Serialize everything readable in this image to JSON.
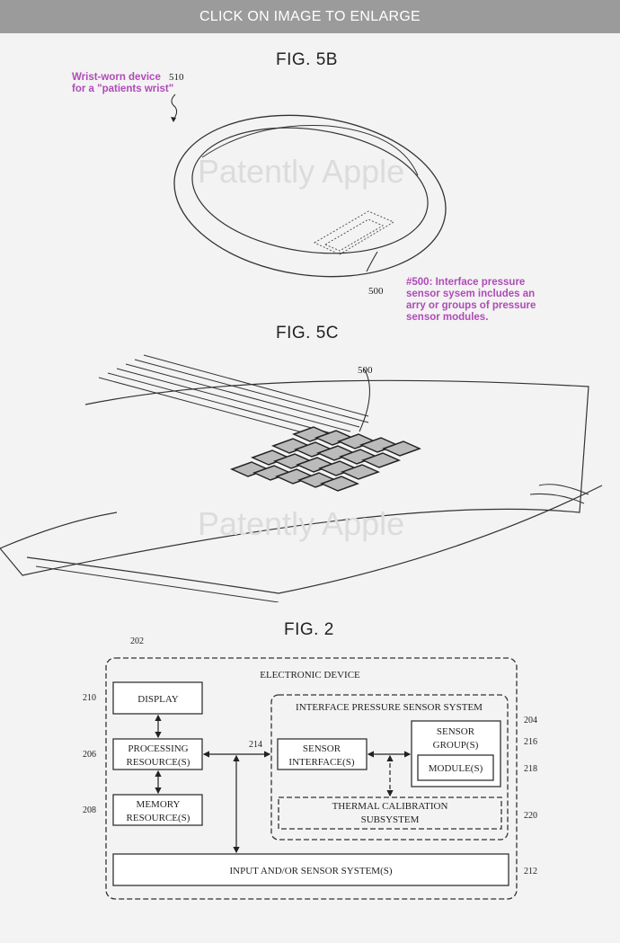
{
  "header": {
    "label": "CLICK ON IMAGE TO ENLARGE"
  },
  "watermark": "Patently Apple",
  "fig5b": {
    "title": "FIG. 5B",
    "note": [
      "Wrist-worn device",
      "for a \"patients wrist\""
    ],
    "ref_device": "510",
    "ref_sensor": "500",
    "annotation": [
      "#500: Interface pressure",
      "sensor sysem includes an",
      "arry or groups of pressure",
      "sensor modules."
    ]
  },
  "fig5c": {
    "title": "FIG. 5C",
    "ref_sensor": "500"
  },
  "fig2": {
    "title": "FIG. 2",
    "ref_device": "202",
    "device_label": "ELECTRONIC DEVICE",
    "display": {
      "label": "DISPLAY",
      "ref": "210"
    },
    "processing": {
      "line1": "PROCESSING",
      "line2": "RESOURCE(S)",
      "ref": "206"
    },
    "memory": {
      "line1": "MEMORY",
      "line2": "RESOURCE(S)",
      "ref": "208"
    },
    "ips": {
      "label": "INTERFACE PRESSURE SENSOR SYSTEM",
      "ref": "204"
    },
    "sensor_interface": {
      "line1": "SENSOR",
      "line2": "INTERFACE(S)",
      "ref": "214"
    },
    "sensor_group": {
      "line1": "SENSOR",
      "line2": "GROUP(S)",
      "ref": "216"
    },
    "module": {
      "label": "MODULE(S)",
      "ref": "218"
    },
    "thermal": {
      "line1": "THERMAL CALIBRATION",
      "line2": "SUBSYSTEM",
      "ref": "220"
    },
    "input": {
      "label": "INPUT AND/OR SENSOR SYSTEM(S)",
      "ref": "212"
    }
  }
}
